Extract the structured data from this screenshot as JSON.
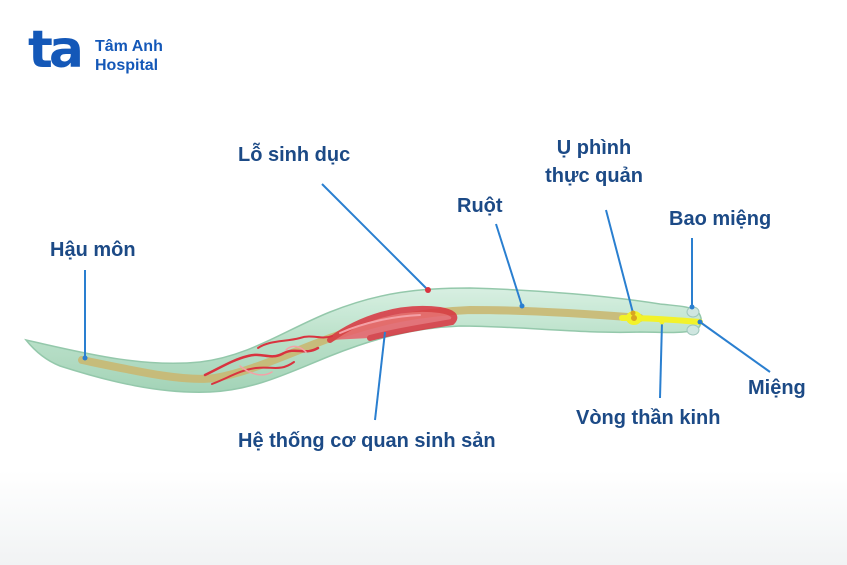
{
  "logo": {
    "mark": "ta",
    "line1": "Tâm Anh",
    "line2": "Hospital"
  },
  "labels": {
    "anus": "Hậu môn",
    "genital_pore": "Lỗ sinh dục",
    "intestine": "Ruột",
    "esophageal_bulb_line1": "Ụ phình",
    "esophageal_bulb_line2": "thực quản",
    "mouth_capsule": "Bao miệng",
    "mouth": "Miệng",
    "nerve_ring": "Vòng thần kinh",
    "reproductive_system": "Hệ thống cơ quan sinh sản"
  },
  "colors": {
    "brand": "#1458b8",
    "label_text": "#1c4a86",
    "leader_line": "#2a7fd0",
    "body": "#bfe3cf",
    "intestine": "#c9b872",
    "reproductive": "#d9333f",
    "nerve_ring": "#f2f22a"
  }
}
